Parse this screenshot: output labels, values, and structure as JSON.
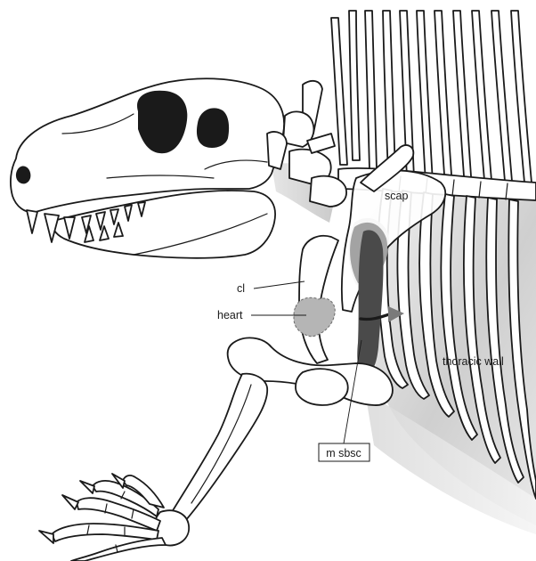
{
  "labels": {
    "scap": "scap",
    "cl": "cl",
    "heart": "heart",
    "thoracic_wall": "thoracic wall",
    "m_sbsc": "m sbsc"
  },
  "colors": {
    "outline": "#1a1a1a",
    "bone_fill": "#ffffff",
    "muscle_dark": "#4a4a4a",
    "muscle_light": "#9a9a9a",
    "heart_fill": "#b5b5b5",
    "thoracic_shade": "#d6d6d6",
    "arrow": "#7a7a7a"
  },
  "icons": {
    "arrow": "direction-arrow-icon"
  }
}
